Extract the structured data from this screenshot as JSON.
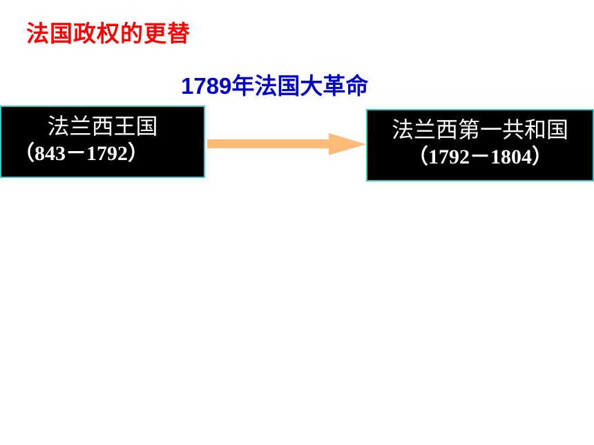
{
  "title": "法国政权的更替",
  "event": {
    "year": "1789",
    "label": "年法国大革命"
  },
  "colors": {
    "title": "#ff0000",
    "event": "#0000cc",
    "box_bg": "#000000",
    "box_border": "#33cccc",
    "box_text": "#ffffff",
    "arrow": "#ffbb77"
  },
  "regimes": [
    {
      "name": "法兰西王国",
      "period": "（843－1792）"
    },
    {
      "name": "法兰西第一共和国",
      "period": "（1792－1804）"
    }
  ],
  "connector": {
    "icon": "right-arrow-icon"
  }
}
